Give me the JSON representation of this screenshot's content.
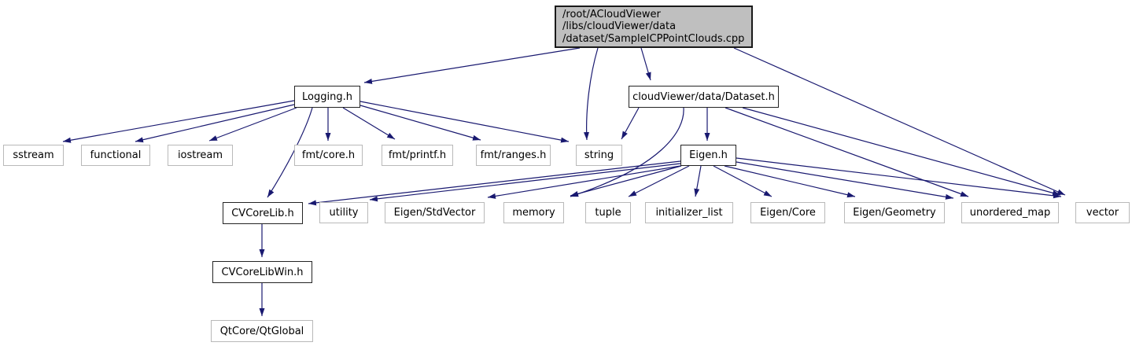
{
  "diagram": {
    "type": "doxygen-include-dependency-graph",
    "background": "#ffffff",
    "edge_color": "#191970",
    "main_node_fill": "#bfbfbf",
    "main_node": {
      "lines": [
        "/root/ACloudViewer",
        "/libs/cloudViewer/data",
        "/dataset/SampleICPPointClouds.cpp"
      ]
    },
    "nodes": [
      {
        "id": "logging",
        "label": "Logging.h"
      },
      {
        "id": "dataset",
        "label": "cloudViewer/data/Dataset.h"
      },
      {
        "id": "sstream",
        "label": "sstream"
      },
      {
        "id": "functional",
        "label": "functional"
      },
      {
        "id": "iostream",
        "label": "iostream"
      },
      {
        "id": "fmtcore",
        "label": "fmt/core.h"
      },
      {
        "id": "fmtprintf",
        "label": "fmt/printf.h"
      },
      {
        "id": "fmtranges",
        "label": "fmt/ranges.h"
      },
      {
        "id": "string",
        "label": "string"
      },
      {
        "id": "eigen",
        "label": "Eigen.h"
      },
      {
        "id": "cvcorelib",
        "label": "CVCoreLib.h"
      },
      {
        "id": "utility",
        "label": "utility"
      },
      {
        "id": "stdvector",
        "label": "Eigen/StdVector"
      },
      {
        "id": "memory",
        "label": "memory"
      },
      {
        "id": "tuple",
        "label": "tuple"
      },
      {
        "id": "initlist",
        "label": "initializer_list"
      },
      {
        "id": "eigencore",
        "label": "Eigen/Core"
      },
      {
        "id": "eigengeom",
        "label": "Eigen/Geometry"
      },
      {
        "id": "unorderedmap",
        "label": "unordered_map"
      },
      {
        "id": "vector",
        "label": "vector"
      },
      {
        "id": "cvcorelibwin",
        "label": "CVCoreLibWin.h"
      },
      {
        "id": "qtglobal",
        "label": "QtCore/QtGlobal"
      }
    ],
    "edges": [
      {
        "from": "main",
        "to": "logging"
      },
      {
        "from": "main",
        "to": "string"
      },
      {
        "from": "main",
        "to": "dataset"
      },
      {
        "from": "main",
        "to": "vector"
      },
      {
        "from": "logging",
        "to": "sstream"
      },
      {
        "from": "logging",
        "to": "functional"
      },
      {
        "from": "logging",
        "to": "iostream"
      },
      {
        "from": "logging",
        "to": "cvcorelib"
      },
      {
        "from": "logging",
        "to": "fmtcore"
      },
      {
        "from": "logging",
        "to": "fmtprintf"
      },
      {
        "from": "logging",
        "to": "fmtranges"
      },
      {
        "from": "logging",
        "to": "string"
      },
      {
        "from": "dataset",
        "to": "string"
      },
      {
        "from": "dataset",
        "to": "eigen"
      },
      {
        "from": "dataset",
        "to": "memory"
      },
      {
        "from": "dataset",
        "to": "unorderedmap"
      },
      {
        "from": "dataset",
        "to": "vector"
      },
      {
        "from": "eigen",
        "to": "cvcorelib"
      },
      {
        "from": "eigen",
        "to": "utility"
      },
      {
        "from": "eigen",
        "to": "stdvector"
      },
      {
        "from": "eigen",
        "to": "memory"
      },
      {
        "from": "eigen",
        "to": "tuple"
      },
      {
        "from": "eigen",
        "to": "initlist"
      },
      {
        "from": "eigen",
        "to": "eigencore"
      },
      {
        "from": "eigen",
        "to": "eigengeom"
      },
      {
        "from": "eigen",
        "to": "unorderedmap"
      },
      {
        "from": "eigen",
        "to": "vector"
      },
      {
        "from": "cvcorelib",
        "to": "cvcorelibwin"
      },
      {
        "from": "cvcorelibwin",
        "to": "qtglobal"
      }
    ]
  }
}
